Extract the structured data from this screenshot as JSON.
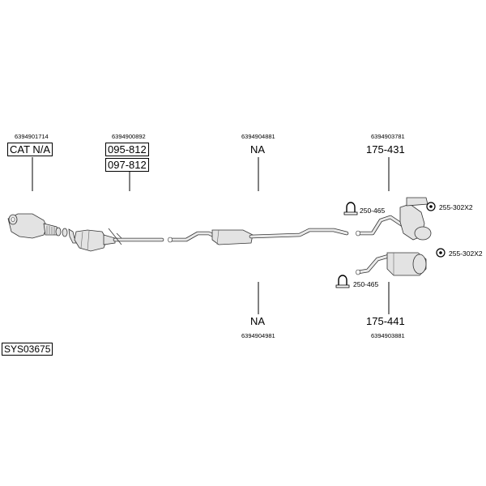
{
  "system_code": "SYS03675",
  "parts": [
    {
      "oem": "6394901714",
      "codes": [
        "CAT N/A"
      ]
    },
    {
      "oem": "6394900892",
      "codes": [
        "095-812",
        "097-812"
      ]
    },
    {
      "oem": "6394904881",
      "codes": [
        "NA"
      ]
    },
    {
      "oem": "6394903781",
      "codes": [
        "175-431"
      ]
    },
    {
      "oem": "6394904981",
      "codes": [
        "NA"
      ]
    },
    {
      "oem": "6394903881",
      "codes": [
        "175-441"
      ]
    }
  ],
  "accessories": {
    "clamp_upper": "250-465",
    "clamp_lower": "250-465",
    "hanger_upper": "255-302X2",
    "hanger_lower": "255-302X2"
  }
}
